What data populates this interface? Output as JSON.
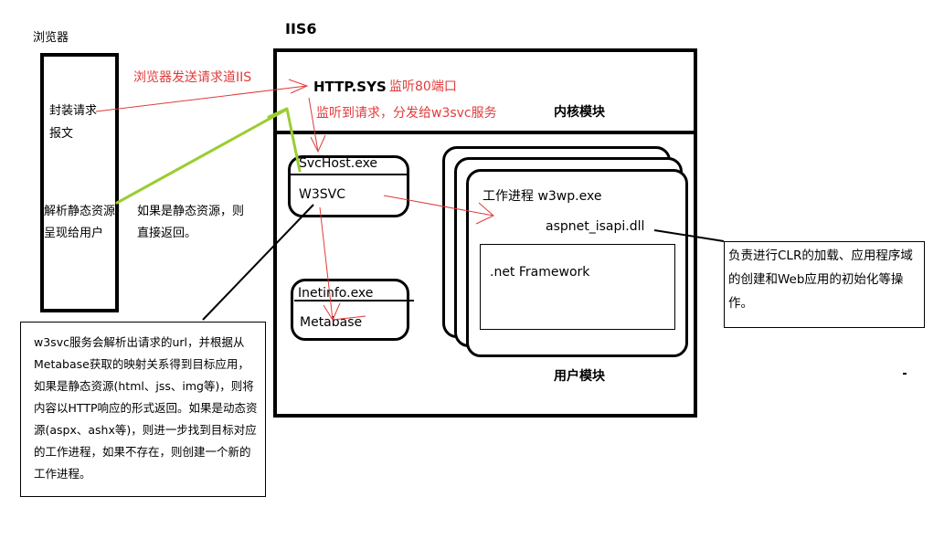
{
  "colors": {
    "red": "#e03b3b",
    "green": "#9acd32",
    "black": "#000000"
  },
  "browser": {
    "title": "浏览器",
    "line1": "封装请求",
    "line2": "报文",
    "line3": "解析静态资源",
    "line4": "呈现给用户"
  },
  "static_return": {
    "line1": "如果是静态资源，则",
    "line2": "直接返回。"
  },
  "arrow_labels": {
    "browser_to_iis": "浏览器发送请求道IIS",
    "listen_port": "监听80端口",
    "dispatch": "监听到请求，分发给w3svc服务"
  },
  "iis": {
    "title": "IIS6",
    "http_sys": "HTTP.SYS",
    "kernel_label": "内核模块",
    "user_label": "用户模块"
  },
  "svchost": {
    "title": "SvcHost.exe",
    "service": "W3SVC"
  },
  "inetinfo": {
    "title": "Inetinfo.exe",
    "item": "Metabase"
  },
  "worker": {
    "title": "工作进程 w3wp.exe",
    "dll": "aspnet_isapi.dll",
    "framework": ".net Framework"
  },
  "notes": {
    "isapi": "负责进行CLR的加载、应用程序域的创建和Web应用的初始化等操作。",
    "w3svc": "w3svc服务会解析出请求的url，并根据从Metabase获取的映射关系得到目标应用，如果是静态资源(html、jss、img等)，则将内容以HTTP响应的形式返回。如果是动态资源(aspx、ashx等)，则进一步找到目标对应的工作进程，如果不存在，则创建一个新的工作进程。"
  }
}
